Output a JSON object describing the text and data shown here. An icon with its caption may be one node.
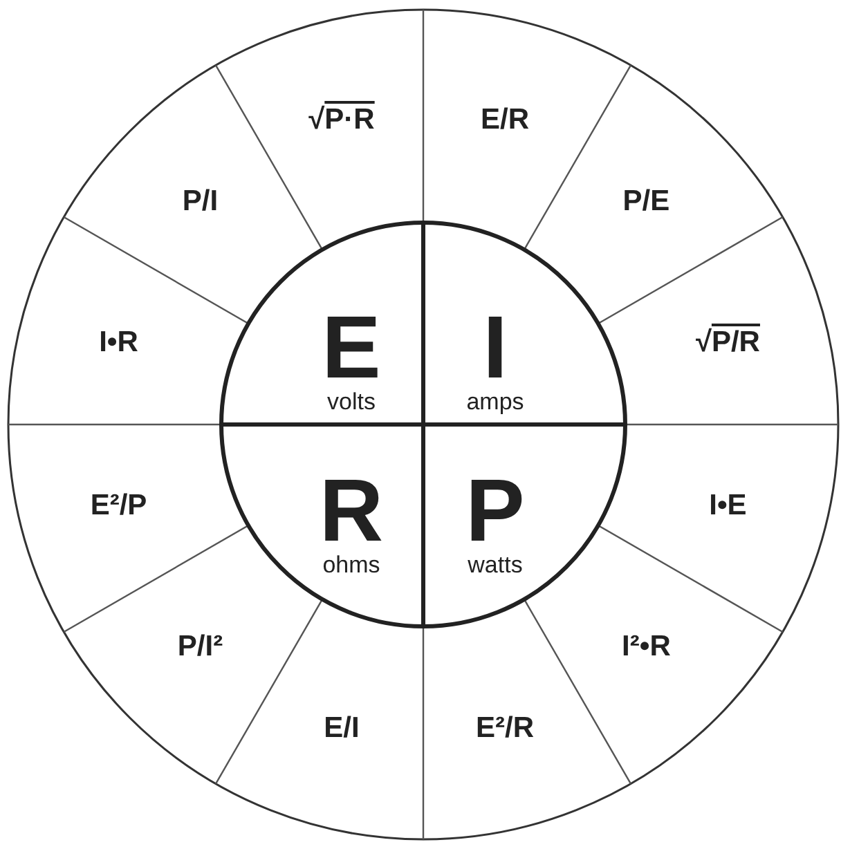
{
  "diagram": {
    "nodes": [
      {
        "text": [
          "E",
          "volts"
        ]
      },
      {
        "text": [
          "I",
          "amps"
        ]
      },
      {
        "text": [
          "R",
          "ohms"
        ]
      },
      {
        "text": [
          "P",
          "watts"
        ]
      },
      {
        "text": [
          "√P·R"
        ]
      },
      {
        "text": [
          "E/R"
        ]
      },
      {
        "text": [
          "P/E"
        ]
      },
      {
        "text": [
          "√P/R"
        ]
      },
      {
        "text": [
          "I•E"
        ]
      },
      {
        "text": [
          "I²•R"
        ]
      },
      {
        "text": [
          "E²/R"
        ]
      },
      {
        "text": [
          "E/I"
        ]
      },
      {
        "text": [
          "P/I²"
        ]
      },
      {
        "text": [
          "E²/P"
        ]
      },
      {
        "text": [
          "I•R"
        ]
      },
      {
        "text": [
          "P/I"
        ]
      }
    ]
  }
}
